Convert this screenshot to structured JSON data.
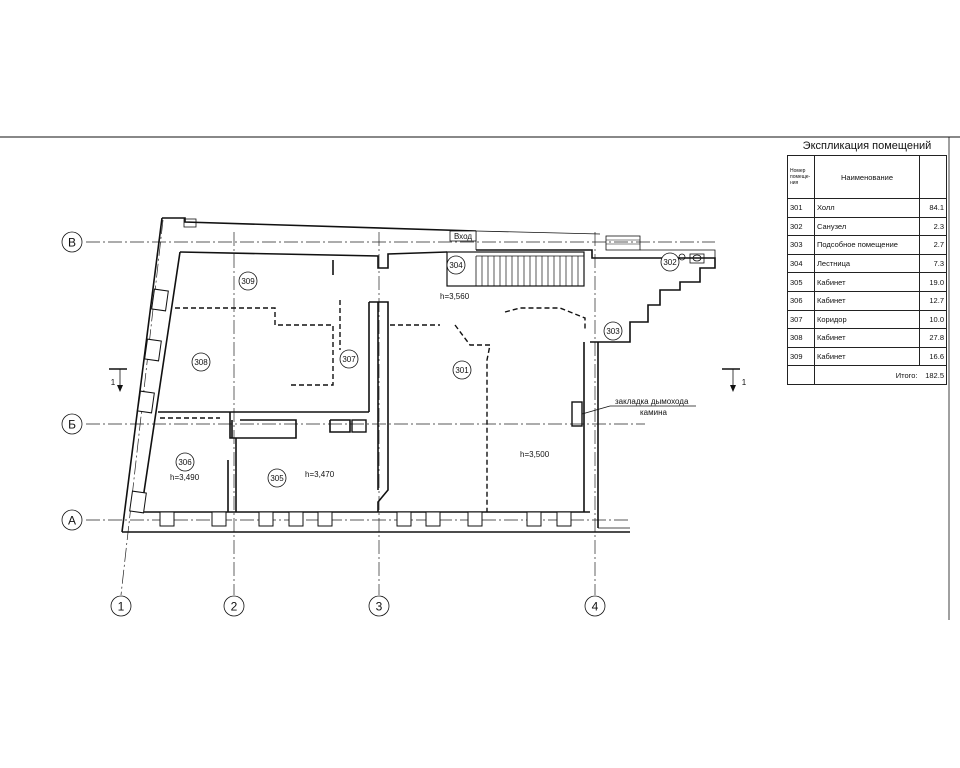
{
  "axes": {
    "letters": [
      "В",
      "Б",
      "А"
    ],
    "numbers": [
      "1",
      "2",
      "3",
      "4"
    ]
  },
  "section_marks": [
    "1",
    "1"
  ],
  "entrance_label": "Вход",
  "room_bubbles": [
    "309",
    "308",
    "307",
    "306",
    "305",
    "304",
    "301",
    "302",
    "303"
  ],
  "heights": [
    "h=3,560",
    "h=3,490",
    "h=3,470",
    "h=3,500"
  ],
  "annotation": {
    "line1": "закладка дымохода",
    "line2": "камина"
  },
  "explication": {
    "title": "Экспликация помещений",
    "header_num": [
      "Номер",
      "помеще-",
      "ния"
    ],
    "header_name": "Наименование",
    "rows": [
      {
        "num": "301",
        "name": "Холл",
        "area": "84.1"
      },
      {
        "num": "302",
        "name": "Санузел",
        "area": "2.3"
      },
      {
        "num": "303",
        "name": "Подсобное помещение",
        "area": "2.7"
      },
      {
        "num": "304",
        "name": "Лестница",
        "area": "7.3"
      },
      {
        "num": "305",
        "name": "Кабинет",
        "area": "19.0"
      },
      {
        "num": "306",
        "name": "Кабинет",
        "area": "12.7"
      },
      {
        "num": "307",
        "name": "Коридор",
        "area": "10.0"
      },
      {
        "num": "308",
        "name": "Кабинет",
        "area": "27.8"
      },
      {
        "num": "309",
        "name": "Кабинет",
        "area": "16.6"
      }
    ],
    "total_label": "Итого:",
    "total_value": "182.5"
  }
}
